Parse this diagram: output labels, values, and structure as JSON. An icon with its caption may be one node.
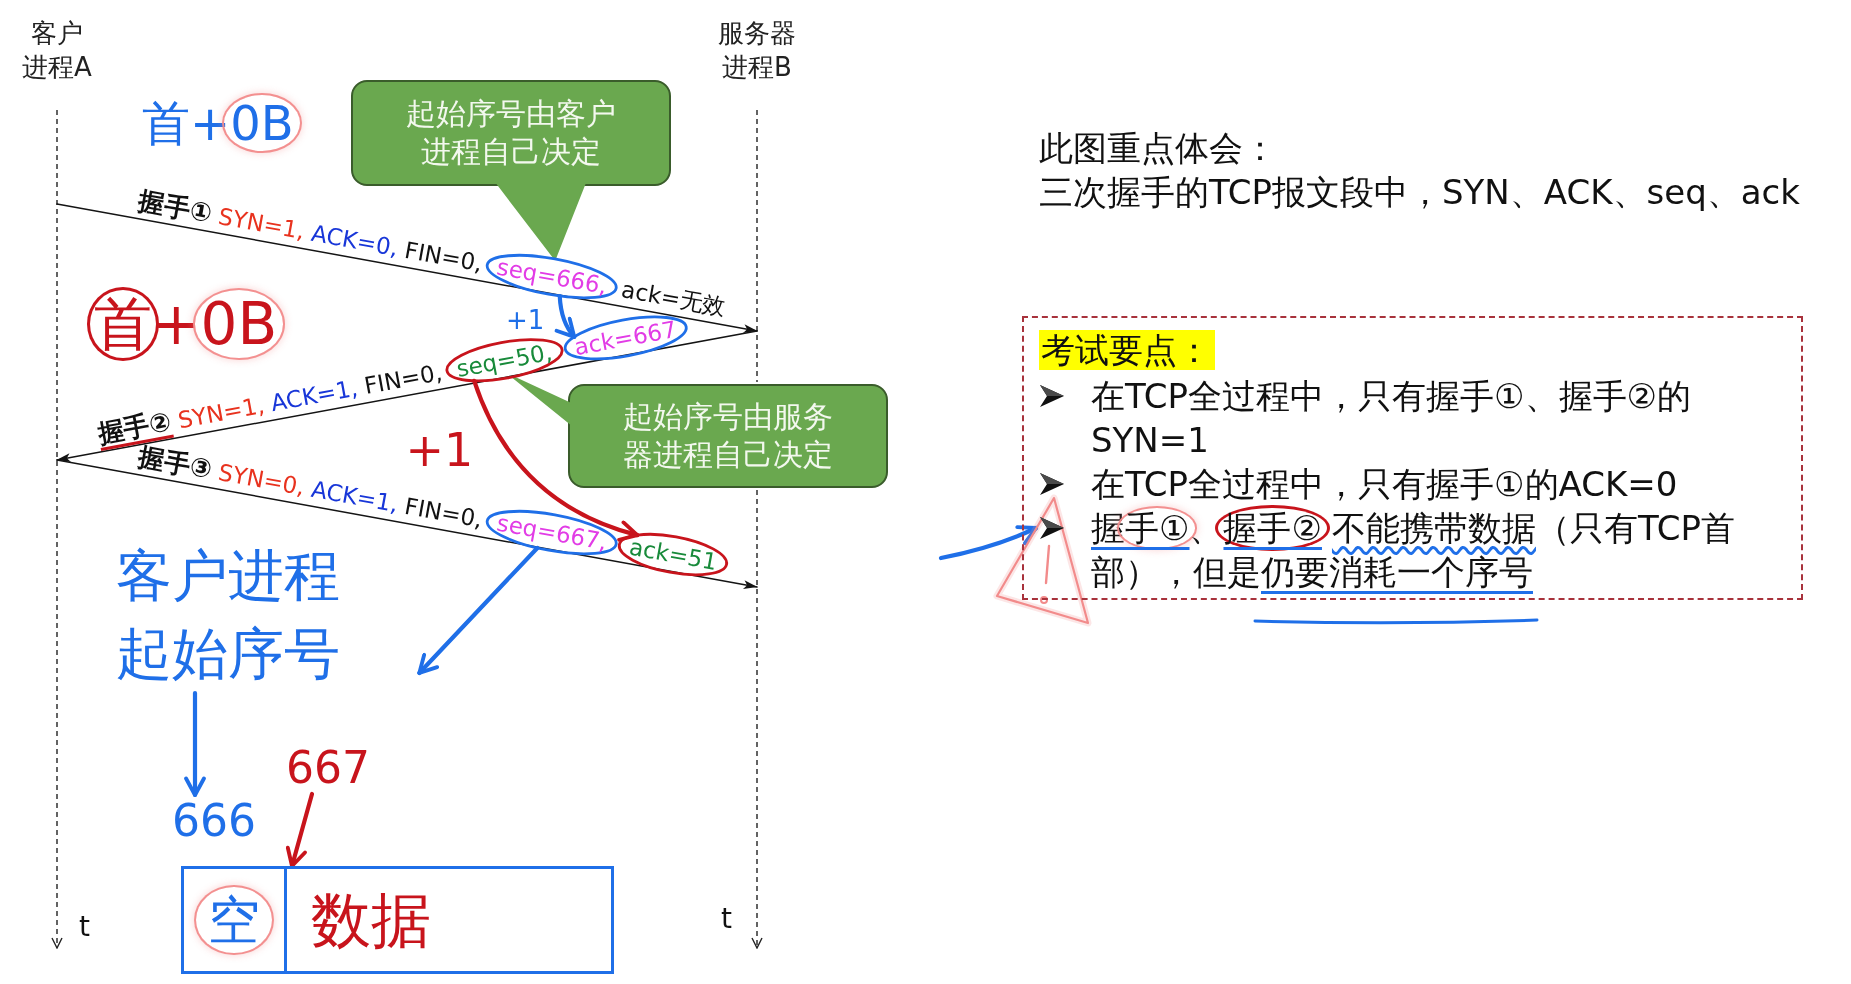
{
  "diagram": {
    "nodes": [
      {
        "text": [
          "客户进程A"
        ]
      },
      {
        "text": [
          "服务器进程B"
        ]
      },
      {
        "text": [
          "起始序号由客户进程自己决定"
        ]
      },
      {
        "text": [
          "起始序号由服务器进程自己决定"
        ]
      },
      {
        "text": [
          "客户进程起始序号"
        ]
      },
      {
        "text": [
          "666"
        ]
      },
      {
        "text": [
          "667"
        ]
      },
      {
        "text": [
          "空"
        ]
      },
      {
        "text": [
          "数据"
        ]
      },
      {
        "text": [
          "考试要点：",
          "在TCP全过程中，只有握手①、握手②的SYN=1",
          "在TCP全过程中，只有握手①的ACK=0",
          "握手①、握手②不能携带数据（只有TCP首部），但是仍要消耗一个序号"
        ]
      },
      {
        "text": [],
        "shape": "circle"
      },
      {
        "text": [],
        "shape": "circle"
      },
      {
        "text": [],
        "shape": "circle"
      },
      {
        "text": [],
        "shape": "circle"
      },
      {
        "text": [],
        "shape": "circle"
      }
    ],
    "edges": [
      {
        "from": 0,
        "to": 1,
        "arrow": "to",
        "label": "握手① SYN=1, ACK=0, FIN=0, seq=666, ack=无效",
        "color": "#141414"
      },
      {
        "from": 1,
        "to": 0,
        "arrow": "to",
        "label": "握手② SYN=1, ACK=1, FIN=0, seq=50, ack=667",
        "color": "#141414"
      },
      {
        "from": 0,
        "to": 1,
        "arrow": "to",
        "label": "握手③ SYN=0, ACK=1, FIN=0, seq=667, ack=51",
        "color": "#141414"
      },
      {
        "from": 4,
        "to": 5,
        "arrow": "to",
        "color": "#1f6fe8"
      },
      {
        "from": 6,
        "to": 8,
        "arrow": "to",
        "color": "#c8141c"
      },
      {
        "from": 2,
        "to": 10,
        "arrow": "to",
        "color": "#6aa84f"
      },
      {
        "from": 3,
        "to": 12,
        "arrow": "to",
        "color": "#6aa84f"
      },
      {
        "from": 10,
        "to": 11,
        "arrow": "to",
        "color": "#1f6fe8"
      },
      {
        "from": 12,
        "to": 14,
        "arrow": "to",
        "color": "#c8141c"
      },
      {
        "from": 13,
        "to": null,
        "arrow": "to",
        "color": "#1f6fe8"
      },
      {
        "from": null,
        "to": 9,
        "arrow": "to",
        "color": "#1f6fe8"
      }
    ],
    "labels": [
      "首+0B",
      "首+0B",
      "+1",
      "+1",
      "t",
      "t",
      "此图重点体会：",
      "三次握手的TCP报文段中，SYN、ACK、seq、ack"
    ]
  }
}
